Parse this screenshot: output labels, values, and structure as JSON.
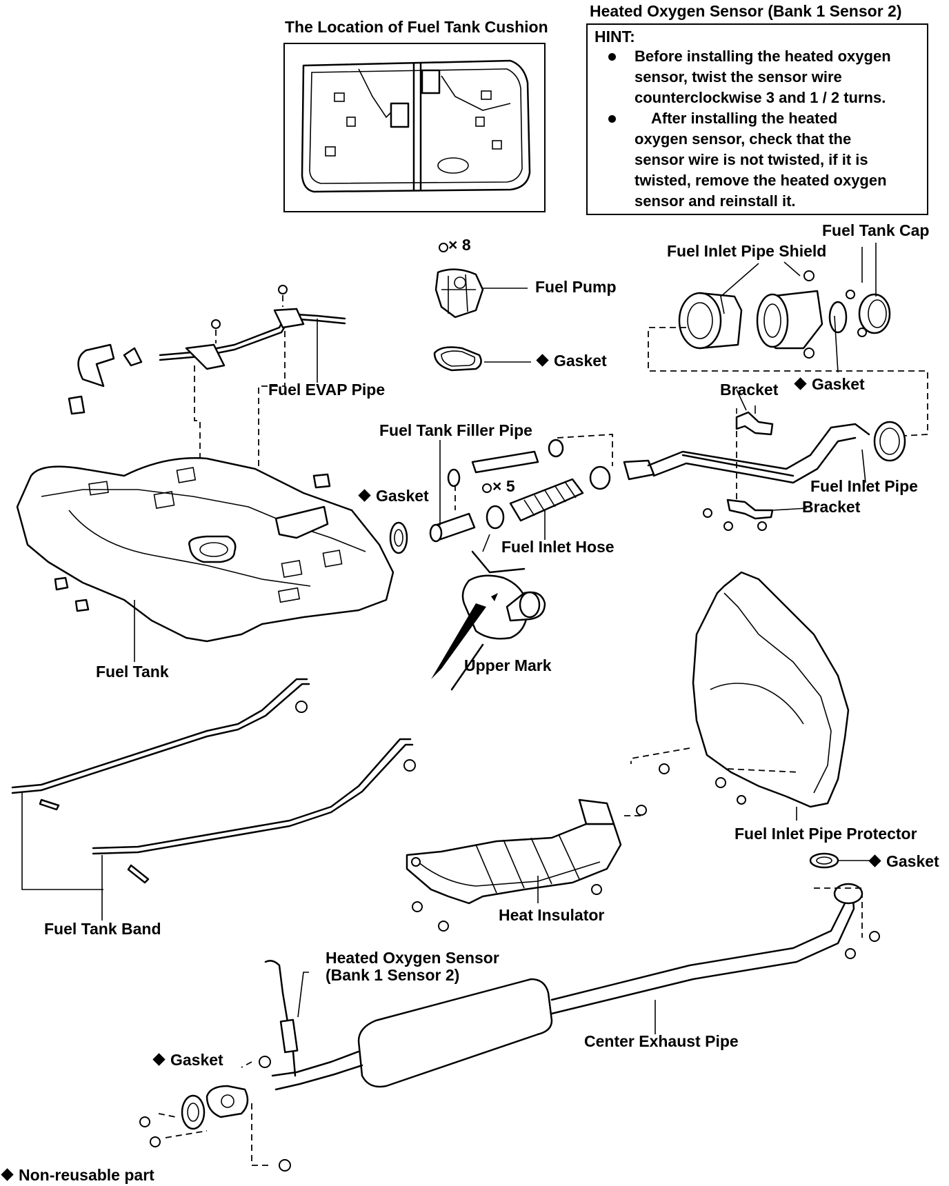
{
  "cushion_title": "The Location of Fuel Tank Cushion",
  "hint": {
    "heading": "Heated Oxygen Sensor (Bank 1 Sensor 2)",
    "title": "HINT:",
    "items": [
      "Before installing the heated oxygen sensor, twist the sensor wire counterclockwise 3 and 1 / 2 turns.",
      "After installing the heated oxygen sensor, check that the sensor wire is not twisted, if it is twisted, remove the heated oxygen sensor and reinstall it."
    ]
  },
  "labels": {
    "bolt_count_8": "× 8",
    "bolt_count_5": "× 5",
    "fuel_pump": "Fuel Pump",
    "gasket": "Gasket",
    "fuel_tank_cap": "Fuel Tank Cap",
    "fuel_inlet_pipe_shield": "Fuel Inlet Pipe Shield",
    "fuel_evap_pipe": "Fuel EVAP Pipe",
    "bracket": "Bracket",
    "fuel_tank_filler_pipe": "Fuel Tank Filler Pipe",
    "fuel_inlet_pipe": "Fuel Inlet Pipe",
    "fuel_inlet_hose": "Fuel Inlet Hose",
    "fuel_tank": "Fuel Tank",
    "upper_mark": "Upper Mark",
    "fuel_inlet_pipe_protector": "Fuel Inlet Pipe Protector",
    "heat_insulator": "Heat Insulator",
    "fuel_tank_band": "Fuel Tank Band",
    "heated_oxygen_sensor_line1": "Heated Oxygen Sensor",
    "heated_oxygen_sensor_line2": "(Bank 1 Sensor 2)",
    "center_exhaust_pipe": "Center Exhaust Pipe",
    "non_reusable": "Non-reusable part"
  }
}
